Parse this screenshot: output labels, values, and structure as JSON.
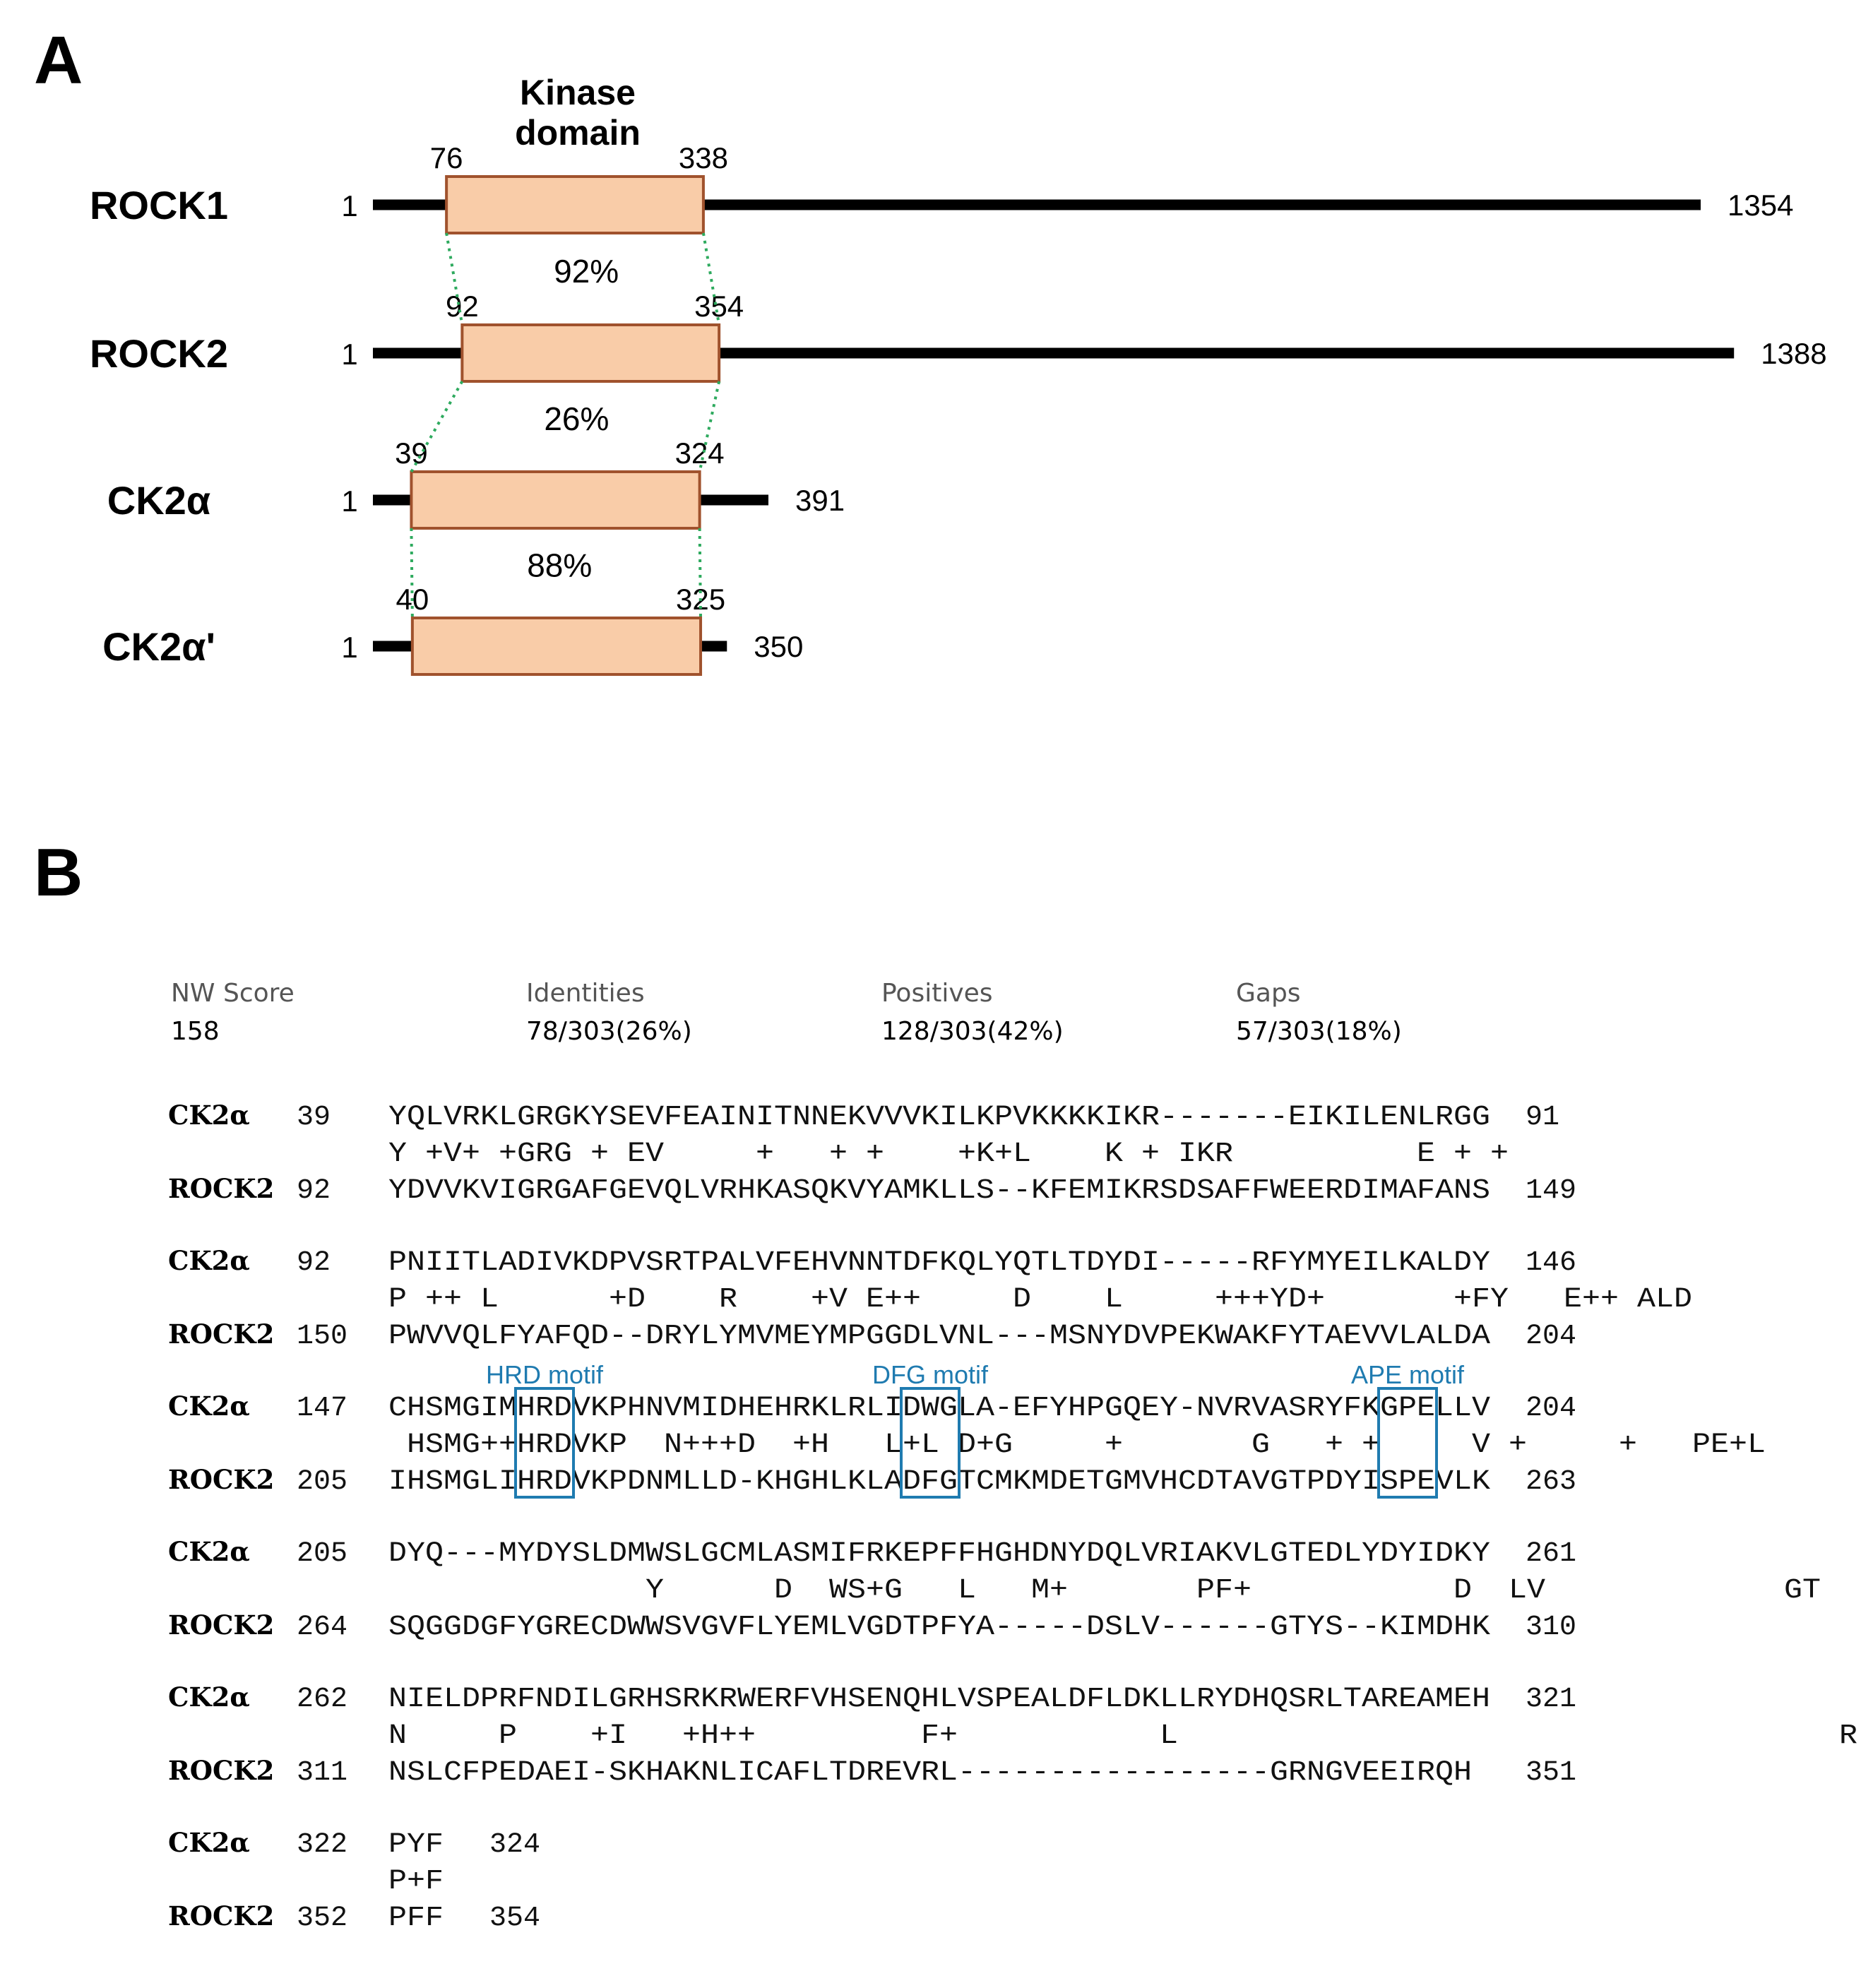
{
  "panel_a": {
    "letter": "A",
    "domain_title_line1": "Kinase",
    "domain_title_line2": "domain",
    "proteins": [
      {
        "name": "ROCK1",
        "start": "1",
        "length": 1354,
        "length_label": "1354",
        "kd_start": 76,
        "kd_end": 338,
        "kd_start_label": "76",
        "kd_end_label": "338"
      },
      {
        "name": "ROCK2",
        "start": "1",
        "length": 1388,
        "length_label": "1388",
        "kd_start": 92,
        "kd_end": 354,
        "kd_start_label": "92",
        "kd_end_label": "354"
      },
      {
        "name": "CK2α",
        "start": "1",
        "length": 391,
        "length_label": "391",
        "kd_start": 39,
        "kd_end": 324,
        "kd_start_label": "39",
        "kd_end_label": "324"
      },
      {
        "name": "CK2α'",
        "start": "1",
        "length": 350,
        "length_label": "350",
        "kd_start": 40,
        "kd_end": 325,
        "kd_start_label": "40",
        "kd_end_label": "325"
      }
    ],
    "identities": [
      "92%",
      "26%",
      "88%"
    ],
    "colors": {
      "domain_fill": "#f9cca8",
      "domain_stroke": "#a0522d",
      "connector": "#2eaa5e",
      "line": "#000000"
    }
  },
  "panel_b": {
    "letter": "B",
    "stats": [
      {
        "label": "NW Score",
        "value": "158"
      },
      {
        "label": "Identities",
        "value": "78/303(26%)"
      },
      {
        "label": "Positives",
        "value": "128/303(42%)"
      },
      {
        "label": "Gaps",
        "value": "57/303(18%)"
      }
    ],
    "blocks": [
      {
        "q_name": "CK2α",
        "q_start": "39",
        "q_seq": "YQLVRKLGRGKYSEVFEAINITNNEKVVVKILKPVKKKKIKR-------EIKILENLRGG",
        "q_end": "91",
        "mid": "Y +V+ +GRG + EV     +   + +    +K+L    K + IKR          E + +",
        "s_name": "ROCK2",
        "s_start": "92",
        "s_seq": "YDVVKVIGRGAFGEVQLVRHKASQKVYAMKLLS--KFEMIKRSDSAFFWEERDIMAFANS",
        "s_end": "149"
      },
      {
        "q_name": "CK2α",
        "q_start": "92",
        "q_seq": "PNIITLADIVKDPVSRTPALVFEHVNNTDFKQLYQTLTDYDI-----RFYMYEILKALDY",
        "q_end": "146",
        "mid": "P ++ L      +D    R    +V E++     D    L     +++YD+       +FY   E++ ALD",
        "s_name": "ROCK2",
        "s_start": "150",
        "s_seq": "PWVVQLFYAFQD--DRYLYMVMEYMPGGDLVNL---MSNYDVPEKWAKFYTAEVVLALDA",
        "s_end": "204"
      },
      {
        "q_name": "CK2α",
        "q_start": "147",
        "q_seq": "CHSMGIMHRDVKPHNVMIDHEHRKLRLIDWGLA-EFYHPGQEY-NVRVASRYFKGPELLV",
        "q_end": "204",
        "mid": " HSMG++HRDVKP  N+++D  +H   L+L D+G     +       G   + +     V +     +   PE+L",
        "s_name": "ROCK2",
        "s_start": "205",
        "s_seq": "IHSMGLIHRDVKPDNMLLD-KHGHLKLADFGTCMKMDETGMVHCDTAVGTPDYISPEVLK",
        "s_end": "263"
      },
      {
        "q_name": "CK2α",
        "q_start": "205",
        "q_seq": "DYQ---MYDYSLDMWSLGCMLASMIFRKEPFFHGHDNYDQLVRIAKVLGTEDLYDYIDKY",
        "q_end": "261",
        "mid": "              Y      D  WS+G   L   M+       PF+           D  LV             GT           +D",
        "s_name": "ROCK2",
        "s_start": "264",
        "s_seq": "SQGGDGFYGRECDWWSVGVFLYEMLVGDTPFYA-----DSLV------GTYS--KIMDHK",
        "s_end": "310"
      },
      {
        "q_name": "CK2α",
        "q_start": "262",
        "q_seq": "NIELDPRFNDILGRHSRKRWERFVHSENQHLVSPEALDFLDKLLRYDHQSRLTAREAMEH",
        "q_end": "321",
        "mid": "N     P    +I   +H++         F+           L                                    R        E    +H",
        "s_name": "ROCK2",
        "s_start": "311",
        "s_seq": "NSLCFPEDAEI-SKHAKNLICAFLTDREVRL-----------------GRNGVEEIRQH",
        "s_end": "351"
      },
      {
        "q_name": "CK2α",
        "q_start": "322",
        "q_seq": "PYF",
        "q_end": "324",
        "mid": "P+F",
        "s_name": "ROCK2",
        "s_start": "352",
        "s_seq": "PFF",
        "s_end": "354"
      }
    ],
    "motifs": [
      {
        "label": "HRD motif",
        "block": 2,
        "col": 7,
        "width": 3
      },
      {
        "label": "DFG motif",
        "block": 2,
        "col": 28,
        "width": 3
      },
      {
        "label": "APE motif",
        "block": 2,
        "col": 54,
        "width": 3
      }
    ],
    "colors": {
      "motif": "#1f7bb0"
    }
  }
}
